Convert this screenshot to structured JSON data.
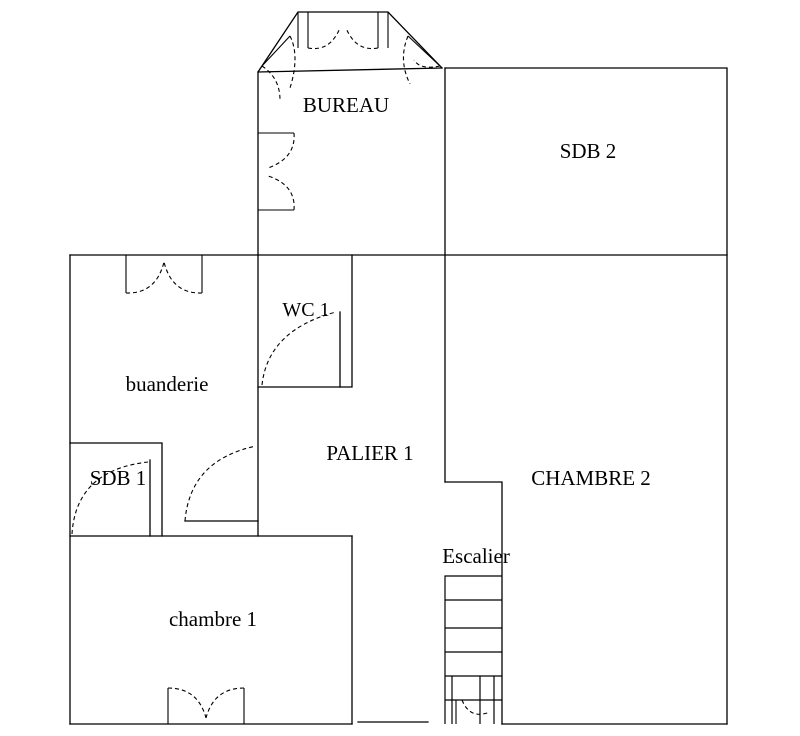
{
  "plan": {
    "rooms": {
      "bureau": "BUREAU",
      "sdb2": "SDB 2",
      "wc1": "WC 1",
      "buanderie": "buanderie",
      "palier1": "PALIER 1",
      "sdb1": "SDB 1",
      "chambre2": "CHAMBRE 2",
      "escalier": "Escalier",
      "chambre1": "chambre 1"
    }
  }
}
